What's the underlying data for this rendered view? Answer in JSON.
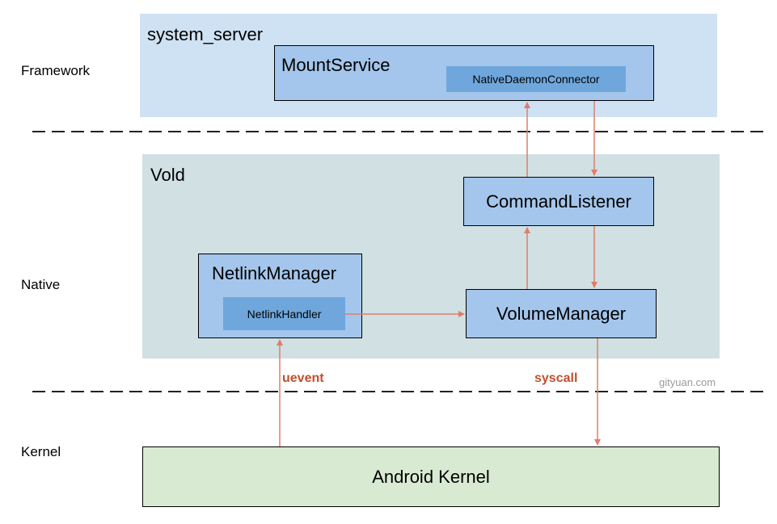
{
  "layers": {
    "framework": "Framework",
    "native": "Native",
    "kernel": "Kernel"
  },
  "regions": {
    "system_server": "system_server",
    "vold": "Vold"
  },
  "components": {
    "mount_service": "MountService",
    "native_daemon_connector": "NativeDaemonConnector",
    "command_listener": "CommandListener",
    "netlink_manager": "NetlinkManager",
    "netlink_handler": "NetlinkHandler",
    "volume_manager": "VolumeManager",
    "android_kernel": "Android Kernel"
  },
  "edges": {
    "uevent": "uevent",
    "syscall": "syscall"
  },
  "watermark": "gityuan.com",
  "colors": {
    "system_server_bg": "#cfe2f3",
    "vold_bg": "#d0e0e3",
    "component_bg": "#a4c6ec",
    "inner_component_bg": "#6fa7dd",
    "kernel_bg": "#d9ead3",
    "arrow": "#dd7e6b",
    "edge_label": "#c0502e"
  }
}
